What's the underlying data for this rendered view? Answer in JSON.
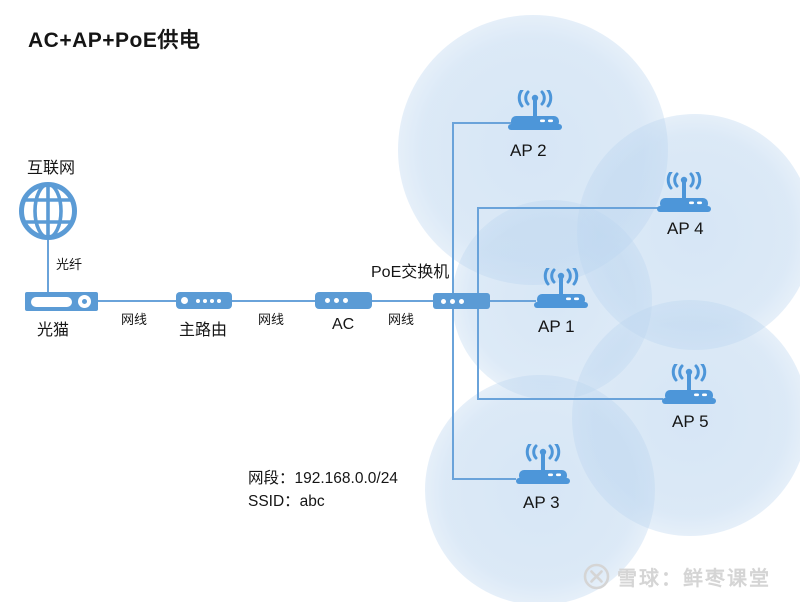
{
  "title": "AC+AP+PoE供电",
  "internet_label": "互联网",
  "link_labels": {
    "fiber": "光纤",
    "ethernet": "网线"
  },
  "devices": {
    "modem_label": "光猫",
    "router_label": "主路由",
    "ac_label": "AC",
    "switch_label": "PoE交换机"
  },
  "aps": [
    {
      "label": "AP 1"
    },
    {
      "label": "AP 2"
    },
    {
      "label": "AP 3"
    },
    {
      "label": "AP 4"
    },
    {
      "label": "AP 5"
    }
  ],
  "network_info": {
    "segment": "网段：192.168.0.0/24",
    "ssid": "SSID：abc"
  },
  "watermark": "雪球：鲜枣课堂",
  "colors": {
    "device_blue": "#5B9BD5",
    "ap_blue": "#4D96D9",
    "line_blue": "#6AA3DA",
    "halo_blue": "#BBD5EE",
    "watermark_gray": "#D5D5D5"
  }
}
